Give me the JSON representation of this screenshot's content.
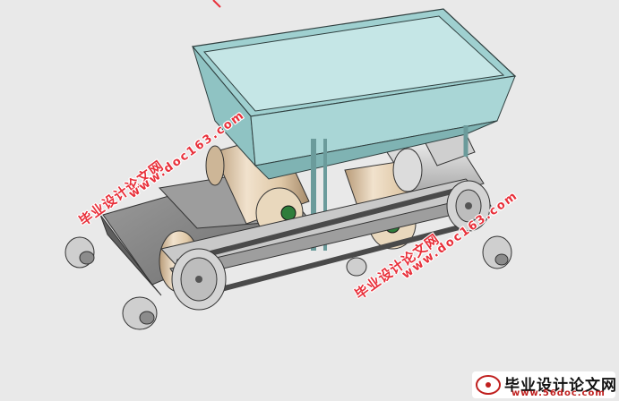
{
  "watermarks": {
    "w1_cn": "毕业设计论文网",
    "w1_url": "www.doc163.com",
    "w2_cn": "毕业设计论文网",
    "w2_url": "www.doc163.com",
    "logo_cn": "毕业设计论文网",
    "logo_url": "www.56doc.com"
  },
  "colors": {
    "hopper": "#9fd0d0",
    "hopper_inner": "#c5e6e6",
    "roller": "#e9d7bd",
    "belt": "#8a8a8a",
    "frame": "#b8b8b8",
    "watermark": "#e8303a"
  }
}
